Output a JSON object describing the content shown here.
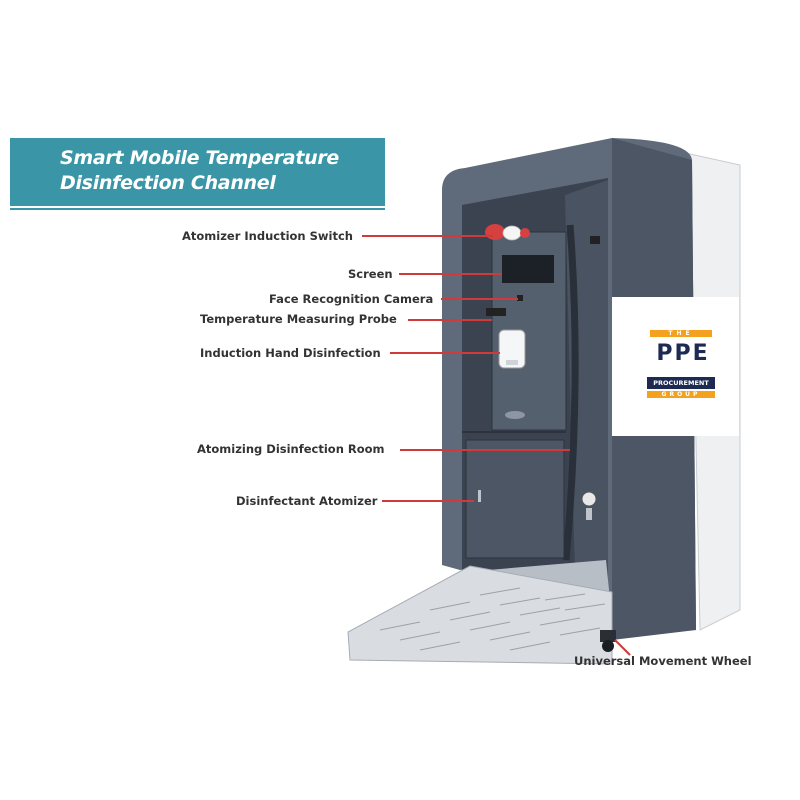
{
  "title": {
    "line1": "Smart Mobile Temperature",
    "line2": "Disinfection Channel"
  },
  "callouts": [
    {
      "id": "atomizer-induction-switch",
      "label": "Atomizer Induction Switch"
    },
    {
      "id": "screen",
      "label": "Screen"
    },
    {
      "id": "face-recognition-camera",
      "label": "Face Recognition Camera"
    },
    {
      "id": "temperature-measuring-probe",
      "label": "Temperature Measuring Probe"
    },
    {
      "id": "induction-hand-disinfection",
      "label": "Induction Hand Disinfection"
    },
    {
      "id": "atomizing-disinfection-room",
      "label": "Atomizing Disinfection Room"
    },
    {
      "id": "disinfectant-atomizer",
      "label": "Disinfectant Atomizer"
    },
    {
      "id": "universal-movement-wheel",
      "label": "Universal Movement Wheel"
    }
  ],
  "logo": {
    "top_bar": "THE",
    "ppe": "PPE",
    "procurement": "PROCUREMENT",
    "group": "GROUP"
  },
  "colors": {
    "banner": "#3a96a6",
    "leader_line": "#d03a3a",
    "cabinet": "#5f6b7a",
    "logo_orange": "#f4a11d",
    "logo_navy": "#1d2a52"
  }
}
